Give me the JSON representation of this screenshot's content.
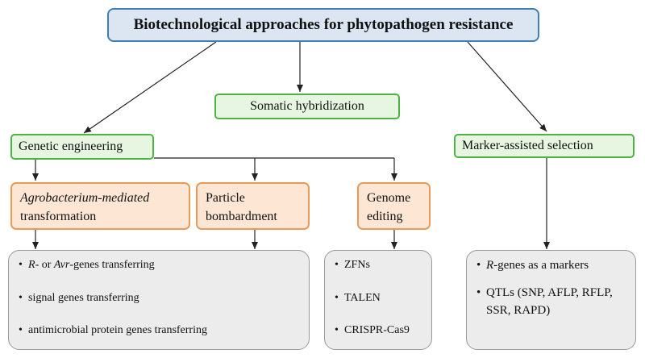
{
  "title": "Biotechnological approaches for phytopathogen resistance",
  "somatic": "Somatic hybridization",
  "genetic": "Genetic engineering",
  "marker": "Marker-assisted selection",
  "agro": {
    "italic": "Agrobacterium-mediated",
    "rest": "transformation"
  },
  "particle": {
    "line1": "Particle",
    "line2": "bombardment"
  },
  "genome": {
    "line1": "Genome",
    "line2": "editing"
  },
  "ge_list": {
    "item1": {
      "r": "R",
      "mid": "- or ",
      "avr": "Avr",
      "tail": "-genes transferring"
    },
    "item2": "signal genes transferring",
    "item3": "antimicrobial protein genes transferring"
  },
  "editing_list": [
    "ZFNs",
    "TALEN",
    "CRISPR-Cas9"
  ],
  "mas_list": {
    "item1": {
      "r": "R",
      "tail": "-genes as a markers"
    },
    "item2_line1": "QTLs (SNP, AFLP, RFLP,",
    "item2_line2": "SSR, RAPD)"
  },
  "bullet": "•"
}
